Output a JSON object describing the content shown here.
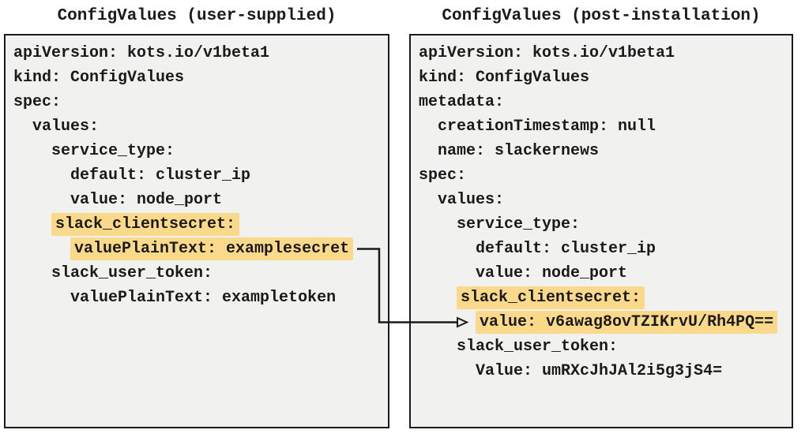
{
  "colors": {
    "highlight": "#FBD98A",
    "panel_bg": "#F1F1F0",
    "border": "#1A1A1A",
    "text": "#1A1A1A"
  },
  "panels": [
    {
      "id": "user-supplied",
      "title": "ConfigValues (user-supplied)",
      "lines": [
        {
          "indent": 0,
          "text": "apiVersion: kots.io/v1beta1",
          "highlight": false
        },
        {
          "indent": 0,
          "text": "kind: ConfigValues",
          "highlight": false
        },
        {
          "indent": 0,
          "text": "spec:",
          "highlight": false
        },
        {
          "indent": 2,
          "text": "values:",
          "highlight": false
        },
        {
          "indent": 4,
          "text": "service_type:",
          "highlight": false
        },
        {
          "indent": 6,
          "text": "default: cluster_ip",
          "highlight": false
        },
        {
          "indent": 6,
          "text": "value: node_port",
          "highlight": false
        },
        {
          "indent": 4,
          "text": "slack_clientsecret:",
          "highlight": true
        },
        {
          "indent": 6,
          "text": "valuePlainText: examplesecret",
          "highlight": true
        },
        {
          "indent": 4,
          "text": "slack_user_token:",
          "highlight": false
        },
        {
          "indent": 6,
          "text": "valuePlainText: exampletoken",
          "highlight": false
        }
      ]
    },
    {
      "id": "post-installation",
      "title": "ConfigValues (post-installation)",
      "lines": [
        {
          "indent": 0,
          "text": "apiVersion: kots.io/v1beta1",
          "highlight": false
        },
        {
          "indent": 0,
          "text": "kind: ConfigValues",
          "highlight": false
        },
        {
          "indent": 0,
          "text": "metadata:",
          "highlight": false
        },
        {
          "indent": 2,
          "text": "creationTimestamp: null",
          "highlight": false
        },
        {
          "indent": 2,
          "text": "name: slackernews",
          "highlight": false
        },
        {
          "indent": 0,
          "text": "spec:",
          "highlight": false
        },
        {
          "indent": 2,
          "text": "values:",
          "highlight": false
        },
        {
          "indent": 4,
          "text": "service_type:",
          "highlight": false
        },
        {
          "indent": 6,
          "text": "default: cluster_ip",
          "highlight": false
        },
        {
          "indent": 6,
          "text": "value: node_port",
          "highlight": false
        },
        {
          "indent": 4,
          "text": "slack_clientsecret:",
          "highlight": true
        },
        {
          "indent": 6,
          "text": "value: v6awag8ovTZIKrvU/Rh4PQ==",
          "highlight": true
        },
        {
          "indent": 4,
          "text": "slack_user_token:",
          "highlight": false
        },
        {
          "indent": 6,
          "text": "Value: umRXcJhJAl2i5g3jS4=",
          "highlight": false
        }
      ]
    }
  ],
  "arrow": {
    "from_panel": "user-supplied",
    "from_line_text": "valuePlainText: examplesecret",
    "to_panel": "post-installation",
    "to_line_text": "value: v6awag8ovTZIKrvU/Rh4PQ=="
  }
}
